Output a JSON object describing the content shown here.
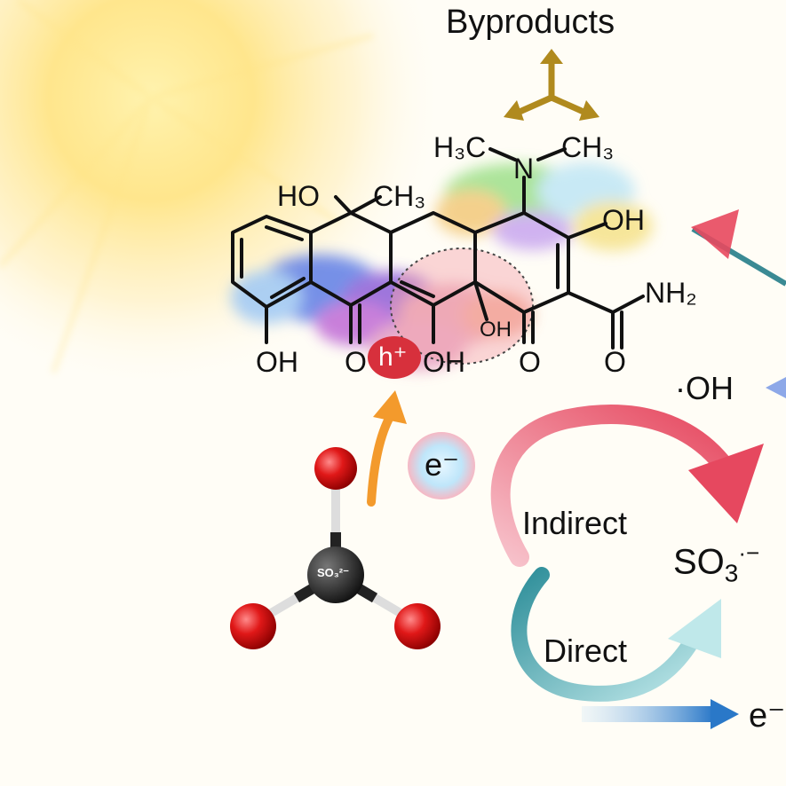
{
  "labels": {
    "byproducts": "Byproducts",
    "indirect": "Indirect",
    "direct": "Direct",
    "hydroxyl_radical": "·OH",
    "electron": "e⁻",
    "electron_right": "e⁻",
    "hole": "h⁺",
    "sulfite_radical_base": "SO",
    "sulfite_radical_sub": "3",
    "sulfite_radical_charge": "·−",
    "sulfite_ion": "SO₃²⁻"
  },
  "molecule": {
    "n_methyl_left": "H₃C",
    "n_atom": "N",
    "n_methyl_right": "CH₃",
    "ho_top": "HO",
    "ch3_top": "CH₃",
    "oh_right": "OH",
    "nh2": "NH₂",
    "oh_mid": "OH",
    "oh_bottom_left": "OH",
    "o_bottom_1": "O",
    "oh_bottom_2": "OH",
    "o_bottom_3": "O",
    "o_bottom_4": "O"
  },
  "colors": {
    "sun": "#ffd24a",
    "byproduct_arrow": "#b08a1e",
    "indirect_arrow": "#e85a6e",
    "direct_arrow": "#7ccfd4",
    "electron_arrow": "#2a78c8",
    "orange_arrow": "#f39a2c",
    "oxygen": "#d61f1f",
    "sulfur": "#2b2b2b"
  }
}
